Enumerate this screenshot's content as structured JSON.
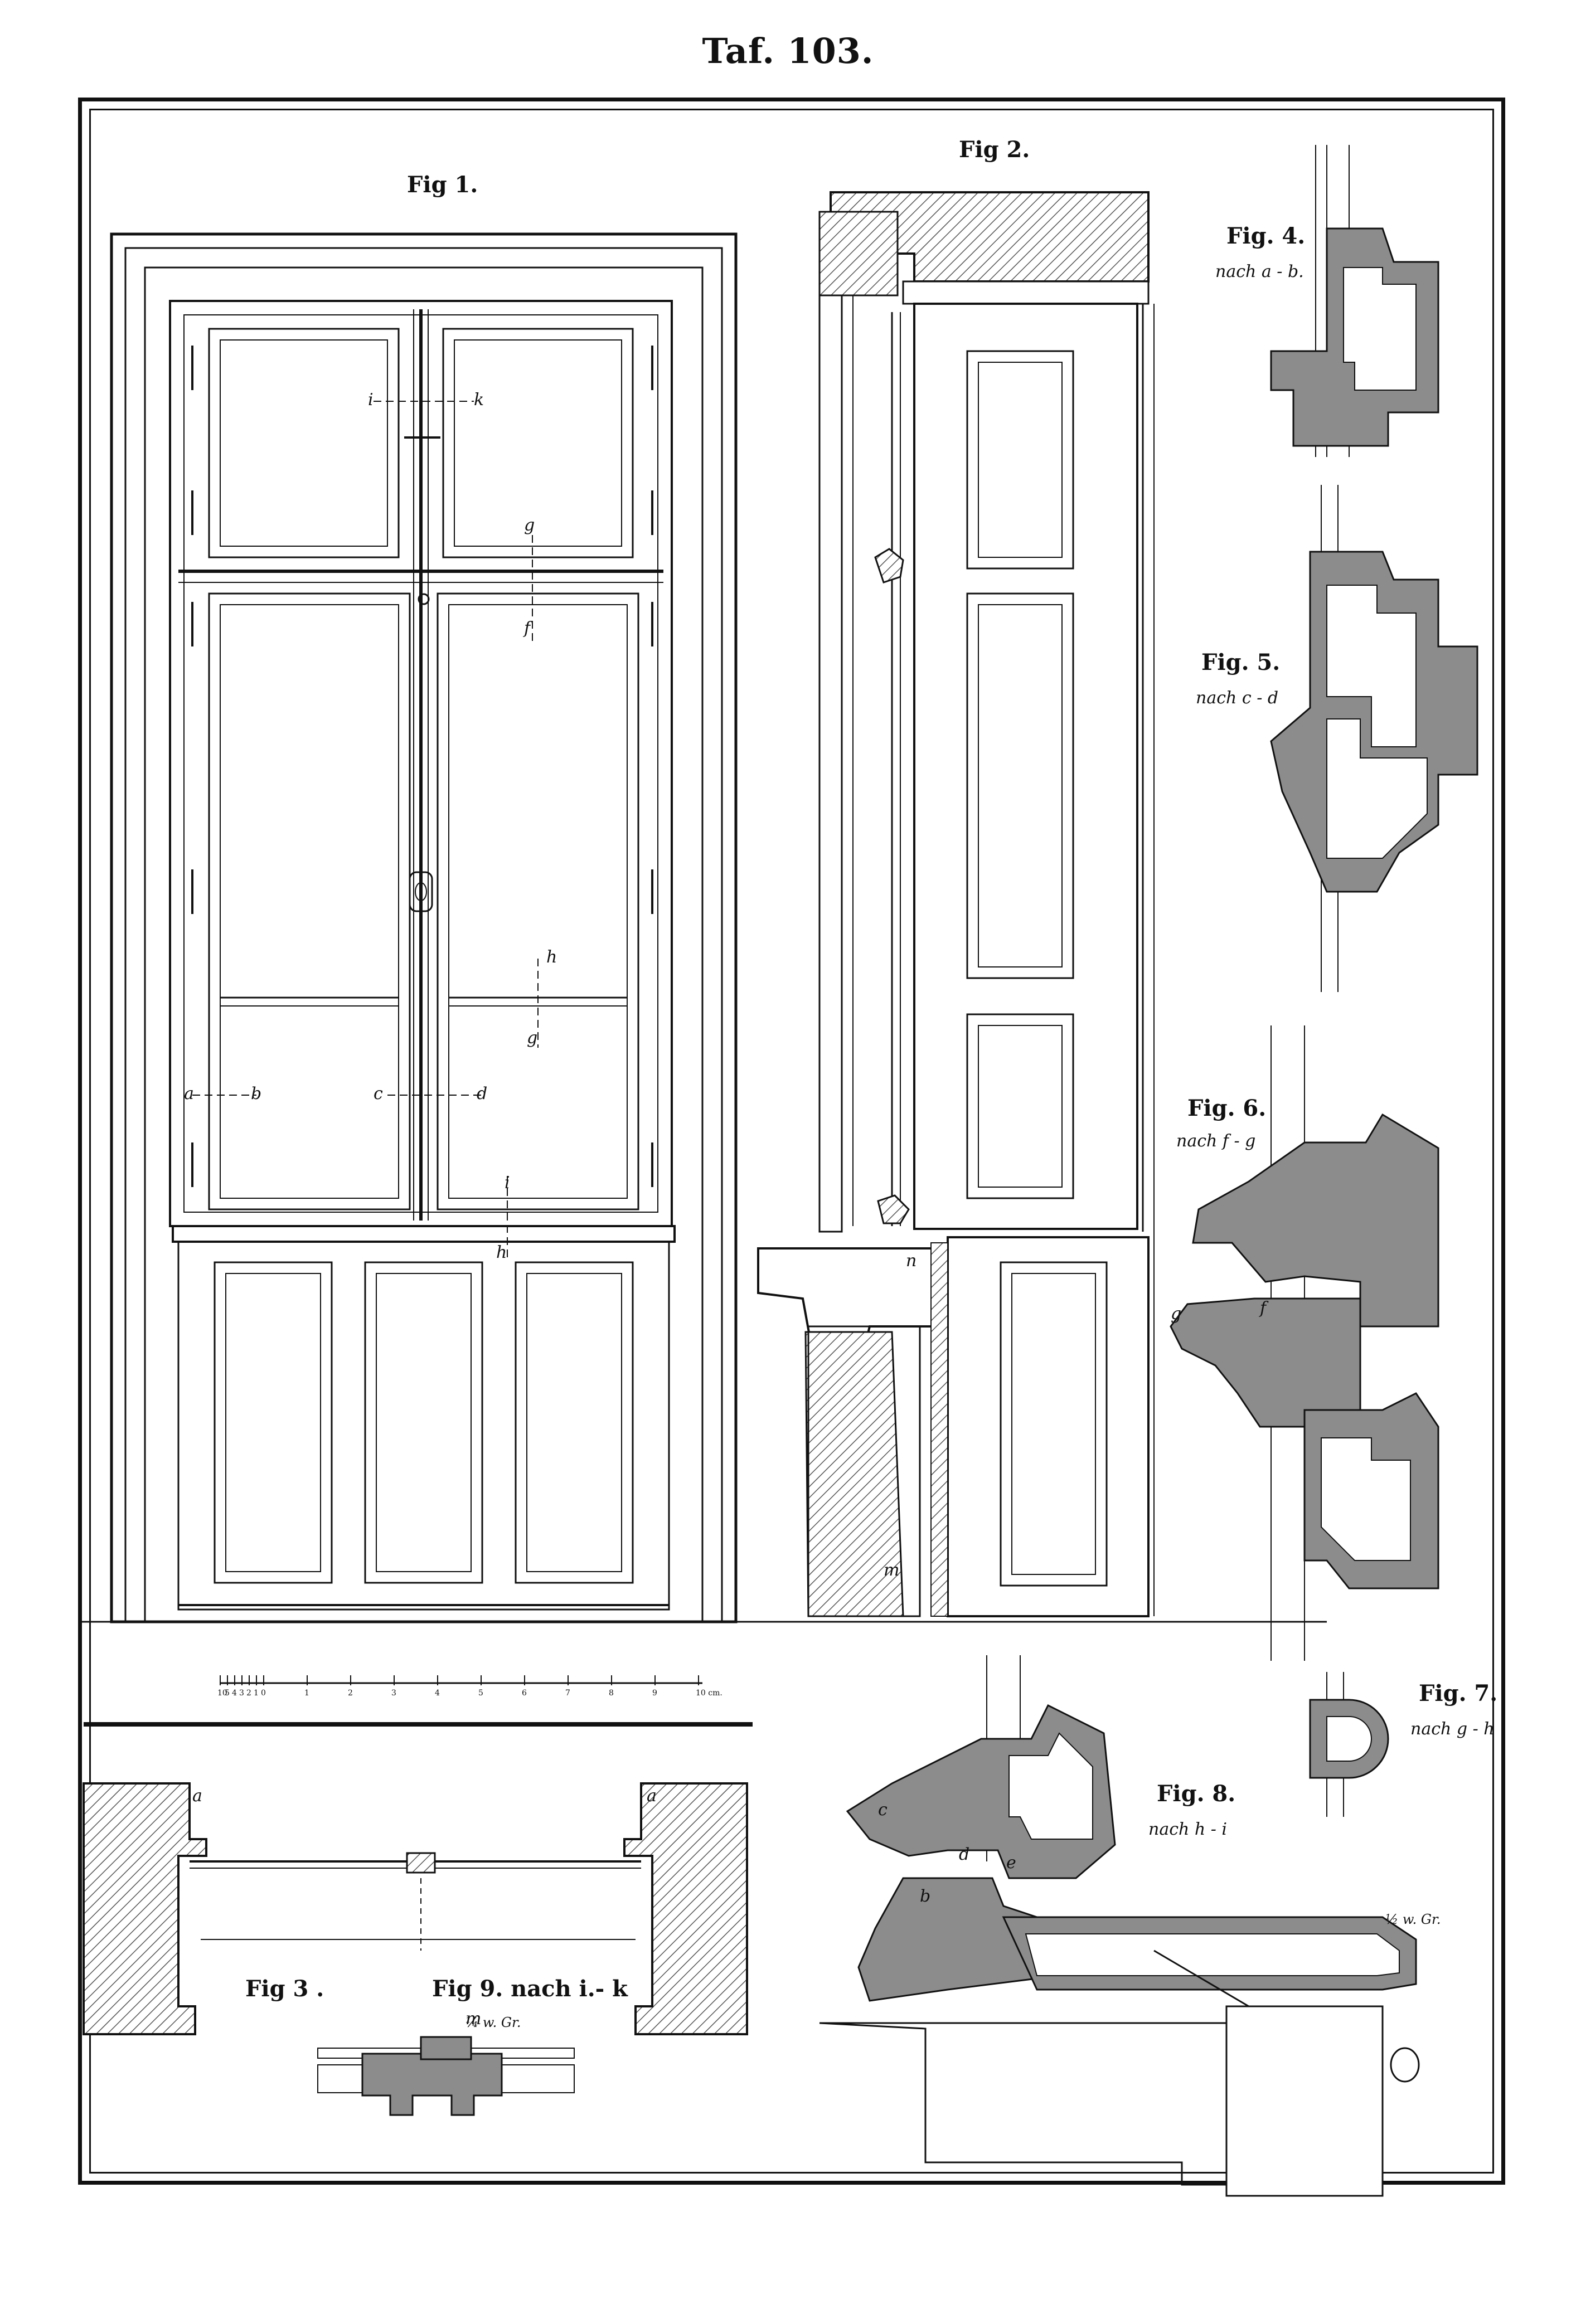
{
  "plate": {
    "title": "Taf. 103."
  },
  "figures": {
    "fig1": {
      "label": "Fig 1."
    },
    "fig2": {
      "label": "Fig 2."
    },
    "fig3": {
      "label": "Fig 3 ."
    },
    "fig4": {
      "label": "Fig. 4.",
      "note": "nach a - b."
    },
    "fig5": {
      "label": "Fig. 5.",
      "note": "nach c - d"
    },
    "fig6": {
      "label": "Fig. 6.",
      "note": "nach f - g"
    },
    "fig7": {
      "label": "Fig. 7.",
      "note": "nach g - h"
    },
    "fig8": {
      "label": "Fig. 8.",
      "note": "nach h - i"
    },
    "fig9": {
      "label": "Fig 9. nach i.- k",
      "scale": "¼ w. Gr."
    }
  },
  "fig8_scale": "½ w. Gr.",
  "section_letters": {
    "a": "a",
    "b": "b",
    "c": "c",
    "d": "d",
    "e": "e",
    "f": "f",
    "g": "g",
    "h": "h",
    "i": "i",
    "k": "k",
    "m": "m",
    "n": "n"
  },
  "scale_bar": {
    "labels": [
      "10",
      "5",
      "4",
      "3",
      "2",
      "1",
      "0",
      "1",
      "2",
      "3",
      "4",
      "5",
      "6",
      "7",
      "8",
      "9",
      "10 cm."
    ]
  },
  "colors": {
    "ink": "#111111",
    "section_fill": "#8c8c8c",
    "paper": "#ffffff"
  }
}
